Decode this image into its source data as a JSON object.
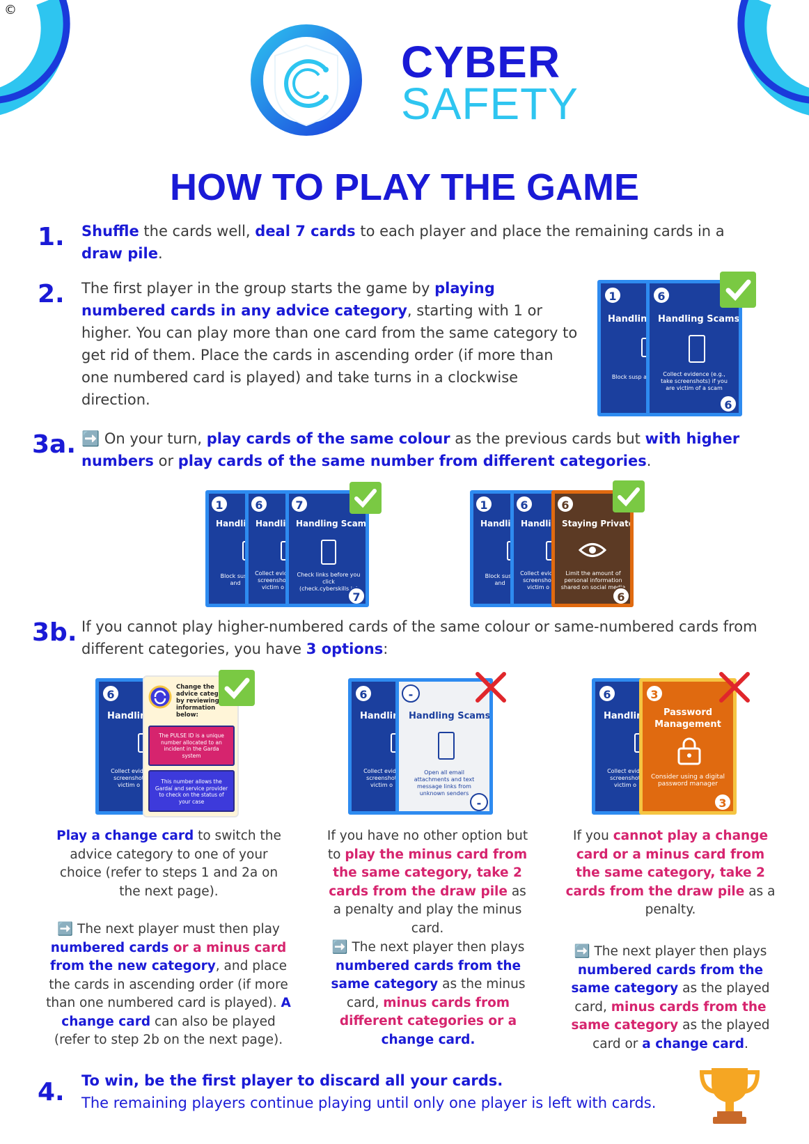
{
  "copyright": "©",
  "brand": {
    "line1": "CYBER",
    "line2": "SAFETY"
  },
  "title": "HOW TO PLAY THE GAME",
  "steps": {
    "s1": {
      "num": "1.",
      "a": "Shuffle",
      "b": " the cards well, ",
      "c": "deal 7 cards",
      "d": " to each player and place the remaining cards in a ",
      "e": "draw pile",
      "f": "."
    },
    "s2": {
      "num": "2.",
      "a": "The first player in the group starts the game by ",
      "b": "playing numbered cards in any advice category",
      "c": ", starting with 1 or higher. You can play more than one card from the same category to get rid of them. Place the cards in ascending order (if more than one numbered card is played) and take turns in a clockwise direction."
    },
    "s3a": {
      "num": "3a.",
      "a": "➡️ On your turn, ",
      "b": "play cards of the same colour",
      "c": " as the previous cards but ",
      "d": "with higher numbers",
      "e": " or ",
      "f": "play cards of the same number from different categories",
      "g": "."
    },
    "s3b": {
      "num": "3b.",
      "a": "If you cannot play higher-numbered cards of the same colour or same-numbered cards from different categories, you have ",
      "b": "3 options",
      "c": ":"
    },
    "s4": {
      "num": "4.",
      "a": "To win, be the first player to discard all your cards.",
      "b": "The remaining players continue playing until only one player is left with cards."
    }
  },
  "cards": {
    "handling_short": "Handlin",
    "handling_short2": "Handling",
    "handling_scams": "Handling Scams",
    "staying_private": "Staying Private",
    "password_mgmt": "Password Management",
    "block_susp": "Block susp and",
    "collect_evid": "Collect evidence (e.g., take screenshots) if you are victim of a scam",
    "collect_evid_short": "Collect evide screenshot victim o",
    "check_links": "Check links before you click (check.cyberskills.ie)",
    "limit_info": "Limit the amount of personal information shared on social media",
    "open_attach": "Open all email attachments and text message links from unknown senders",
    "password_body": "Consider using a digital password manager",
    "change_head": "Change the advice category by reviewing the information below:",
    "change_pink": "The PULSE ID is a unique number allocated to an incident in the Garda system",
    "change_purple": "This number allows the Gardaí and service provider to check on the status of your case",
    "n1": "1",
    "n3": "3",
    "n6": "6",
    "n7": "7",
    "minus": "-"
  },
  "options": {
    "o1": {
      "p1a": "Play a change card",
      "p1b": " to switch the advice category to one of your choice (refer to steps 1 and 2a on the next page).",
      "p2a": "➡️ The next player must then play ",
      "p2b": "numbered cards",
      "p2c": " or a minus card",
      "p2d": " from the new category",
      "p2e": ", and place the cards in ascending order (if more than one numbered card is played). ",
      "p2f": "A change card",
      "p2g": " can also be played (refer to step 2b on the next page)."
    },
    "o2": {
      "p1a": "If you have no other option but to ",
      "p1b": "play the minus card from the same category, take 2 cards from the draw pile",
      "p1c": " as a penalty and play the minus card.",
      "p2a": "➡️ The next player then plays ",
      "p2b": "numbered cards from the same category",
      "p2c": " as the minus card, ",
      "p2d": "minus cards from different categories",
      "p2e": " or a ",
      "p2f": "change card."
    },
    "o3": {
      "p1a": "If you ",
      "p1b": "cannot play a change card or a minus card from the same category, take 2 cards from the draw pile",
      "p1c": " as a penalty.",
      "p2a": "➡️ The next player then plays ",
      "p2b": "numbered cards from the same category",
      "p2c": " as the played card, ",
      "p2d": "minus cards from the same category",
      "p2e": " as the played card or ",
      "p2f": "a change card",
      "p2g": "."
    }
  },
  "colors": {
    "accent": "#1a1ad6",
    "pink": "#d6246e",
    "card_blue": "#1b3f9e",
    "card_border": "#2e8bf0",
    "check": "#7ac943",
    "cross": "#e0262b",
    "brown": "#5c3a24",
    "orange": "#e06a10",
    "brand_cyan": "#2ec5f0"
  }
}
